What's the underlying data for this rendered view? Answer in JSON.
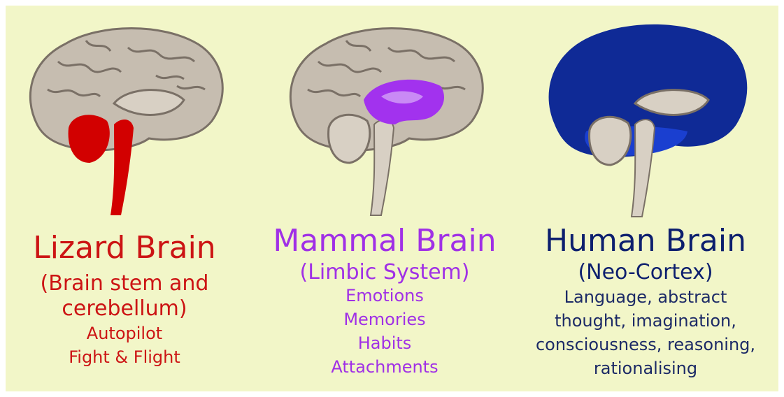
{
  "colors": {
    "background": "#f2f6c8",
    "brain_gray": "#c6bdb0",
    "lizard_red": "#d20000",
    "limbic_purple": "#a232ee",
    "neocortex_blue": "#0f2a96"
  },
  "panels": [
    {
      "title": "Lizard Brain",
      "subtitle_lines": [
        "(Brain stem and",
        "cerebellum)"
      ],
      "description_lines": [
        "Autopilot",
        "Fight & Flight"
      ]
    },
    {
      "title": "Mammal Brain",
      "subtitle_lines": [
        "(Limbic System)"
      ],
      "description_lines": [
        "Emotions",
        "Memories",
        "Habits",
        "Attachments"
      ]
    },
    {
      "title": "Human Brain",
      "subtitle_lines": [
        "(Neo-Cortex)"
      ],
      "description_lines": [
        "Language, abstract",
        "thought, imagination,",
        "consciousness, reasoning,",
        "rationalising"
      ]
    }
  ]
}
